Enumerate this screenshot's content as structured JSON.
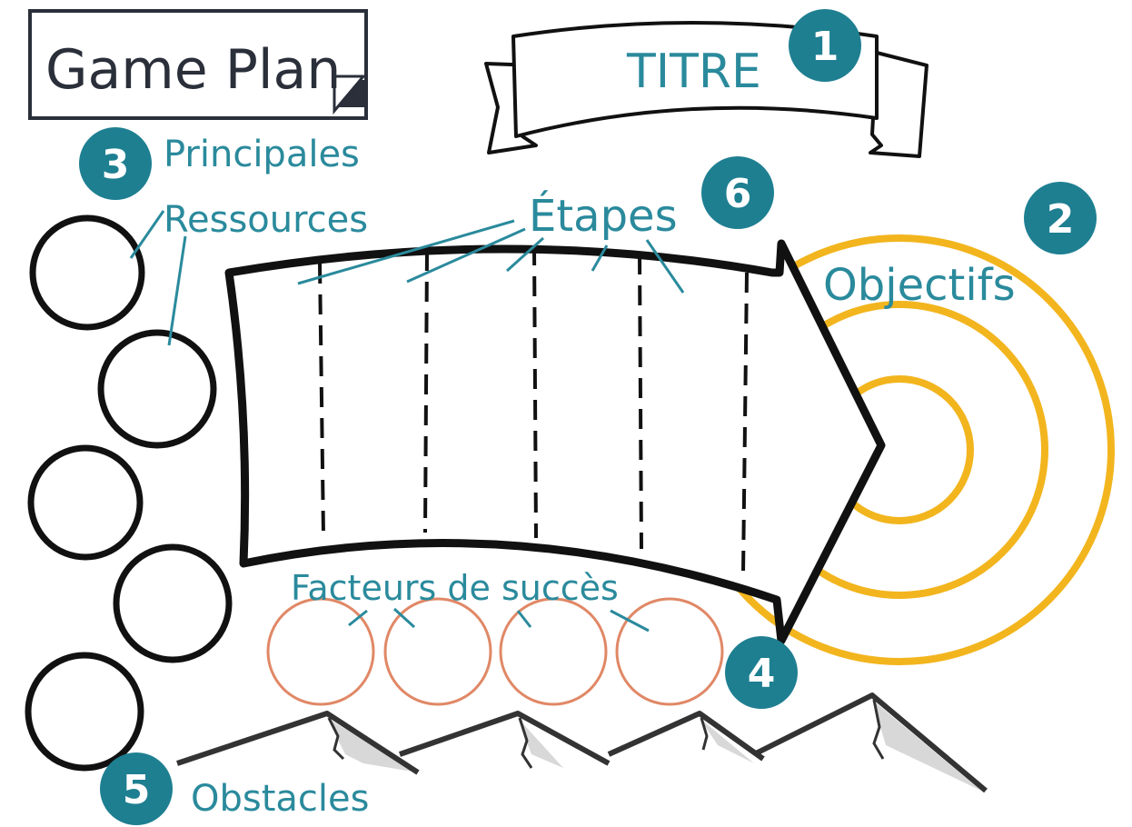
{
  "board": {
    "title": "Game Plan",
    "banner_label": "TITRE",
    "objectives_label": "Objectifs",
    "resources_label_line1": "Principales",
    "resources_label_line2": "Ressources",
    "steps_label": "Étapes",
    "success_label": "Facteurs de succès",
    "obstacles_label": "Obstacles"
  },
  "badges": [
    "1",
    "2",
    "3",
    "4",
    "5",
    "6"
  ],
  "colors": {
    "teal": "#1e7f91",
    "teal_text": "#2a8a9c",
    "gold": "#f2b51e",
    "coral": "#e08866",
    "ink": "#111111"
  }
}
